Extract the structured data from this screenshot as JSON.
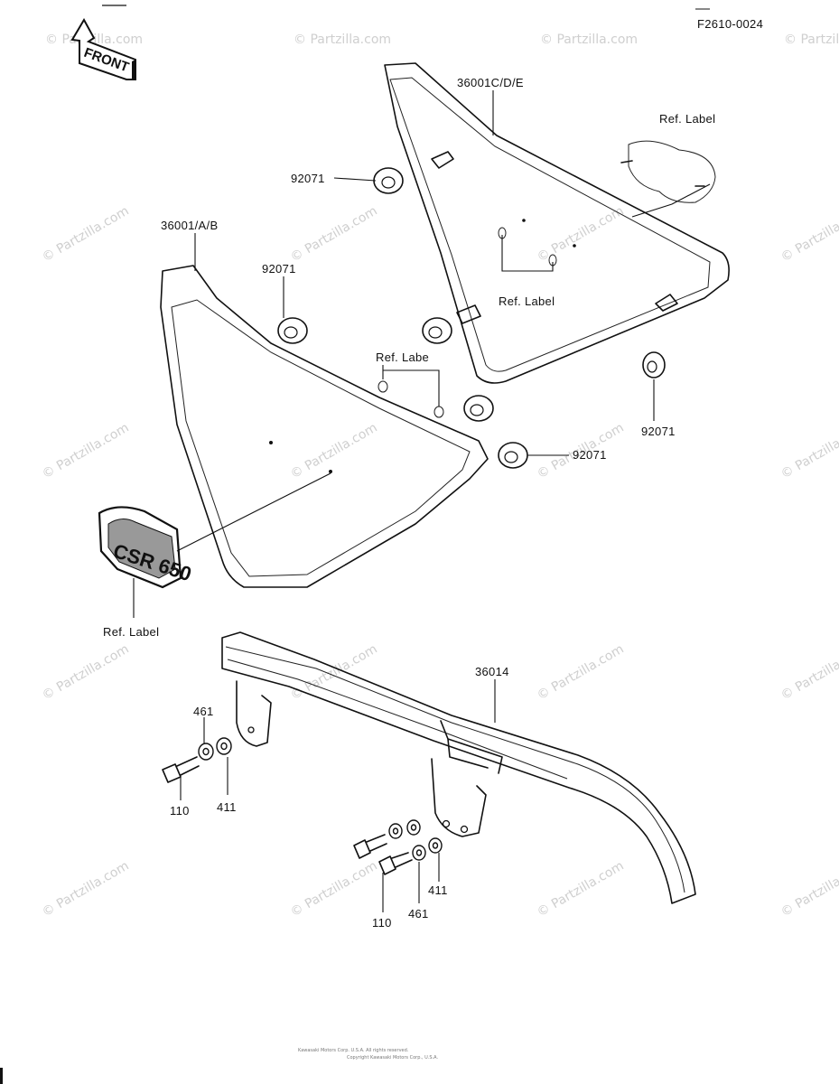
{
  "diagram": {
    "code": "F2610-0024",
    "front_arrow_text": "FRONT",
    "watermark": "© Partzilla.com",
    "footer_lines": [
      "Kawasaki Motors Corp. U.S.A. All rights reserved.",
      "Copyright Kawasaki Motors Corp., U.S.A."
    ],
    "emblem_text": "CSR 650",
    "labels": {
      "right_cover": "36001C/D/E",
      "left_cover": "36001/A/B",
      "chain_guard": "36014",
      "grommet_top": "92071",
      "grommet_mid": "92071",
      "grommet_right": "92071",
      "grommet_lower": "92071",
      "ref_label_top_right": "Ref.  Label",
      "ref_label_right_cover": "Ref.  Label",
      "ref_label_left_cover": "Ref.  Labe",
      "ref_label_emblem": "Ref.  Label",
      "washer_461_left": "461",
      "washer_411_left": "411",
      "bolt_110_left": "110",
      "bolt_110_right": "110",
      "washer_461_right": "461",
      "washer_411_right": "411"
    }
  }
}
